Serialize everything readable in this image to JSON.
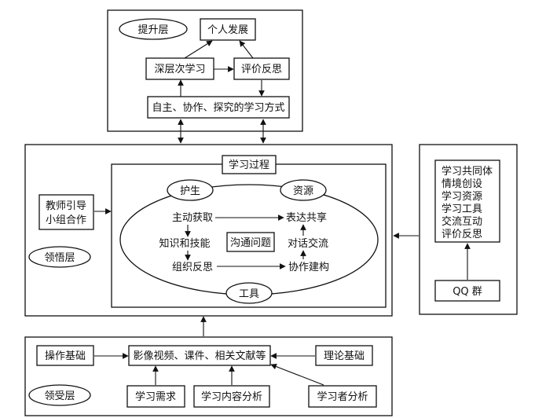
{
  "layers": {
    "top": "提升层",
    "middle": "领悟层",
    "bottom": "领受层"
  },
  "top_section": {
    "personal_development": "个人发展",
    "deep_learning": "深层次学习",
    "evaluation_reflection": "评价反思",
    "learning_mode": "自主、协作、探究的学习方式"
  },
  "middle_section": {
    "teacher_group": [
      "教师引导",
      "小组合作"
    ],
    "learning_process": "学习过程",
    "protection": "护生",
    "resources": "资源",
    "tools": "工具",
    "active_acquisition": "主动获取",
    "expression_sharing": "表达共享",
    "knowledge_skills": "知识和技能",
    "communication_problem": "沟通问题",
    "dialogue": "对话交流",
    "organize_reflection": "组织反思",
    "collaborative_construction": "协作建构"
  },
  "right_section": {
    "qq_features": [
      "学习共同体",
      "情境创设",
      "学习资源",
      "学习工具",
      "交流互动",
      "评价反思"
    ],
    "qq_group": "QQ 群"
  },
  "bottom_section": {
    "operation_basis": "操作基础",
    "media_resources": "影像视频、课件、相关文献等",
    "theory_basis": "理论基础",
    "learning_needs": "学习需求",
    "content_analysis": "学习内容分析",
    "learner_analysis": "学习者分析"
  }
}
